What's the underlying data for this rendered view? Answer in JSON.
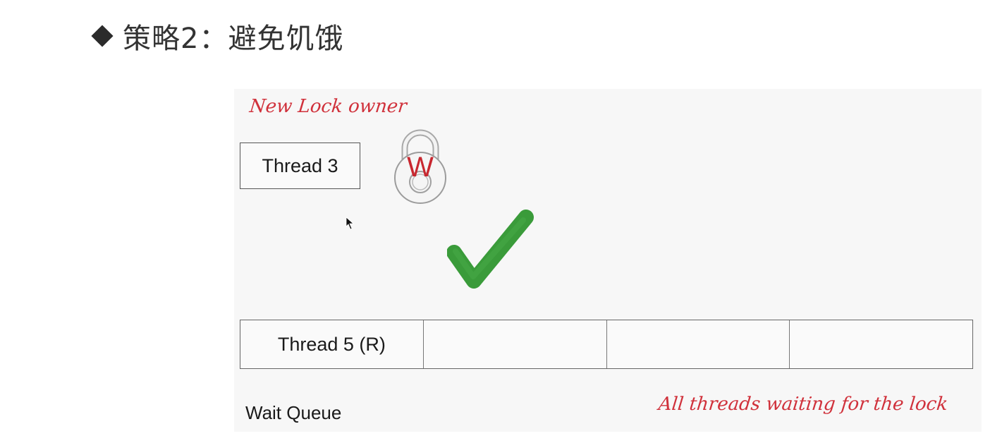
{
  "heading": {
    "text": "策略2：避免饥饿"
  },
  "diagram": {
    "owner_note": "New Lock owner",
    "owner_thread": "Thread 3",
    "lock_letter": "W",
    "queue_slots": [
      "Thread 5 (R)",
      "",
      "",
      ""
    ],
    "queue_label": "Wait Queue",
    "queue_note": "All threads waiting for the lock"
  },
  "colors": {
    "annotation": "#d0313b",
    "lock_letter": "#c8272f",
    "check": "#3a9b3a"
  },
  "icons": [
    "diamond-bullet-icon",
    "padlock-icon",
    "checkmark-icon",
    "mouse-cursor-icon"
  ]
}
